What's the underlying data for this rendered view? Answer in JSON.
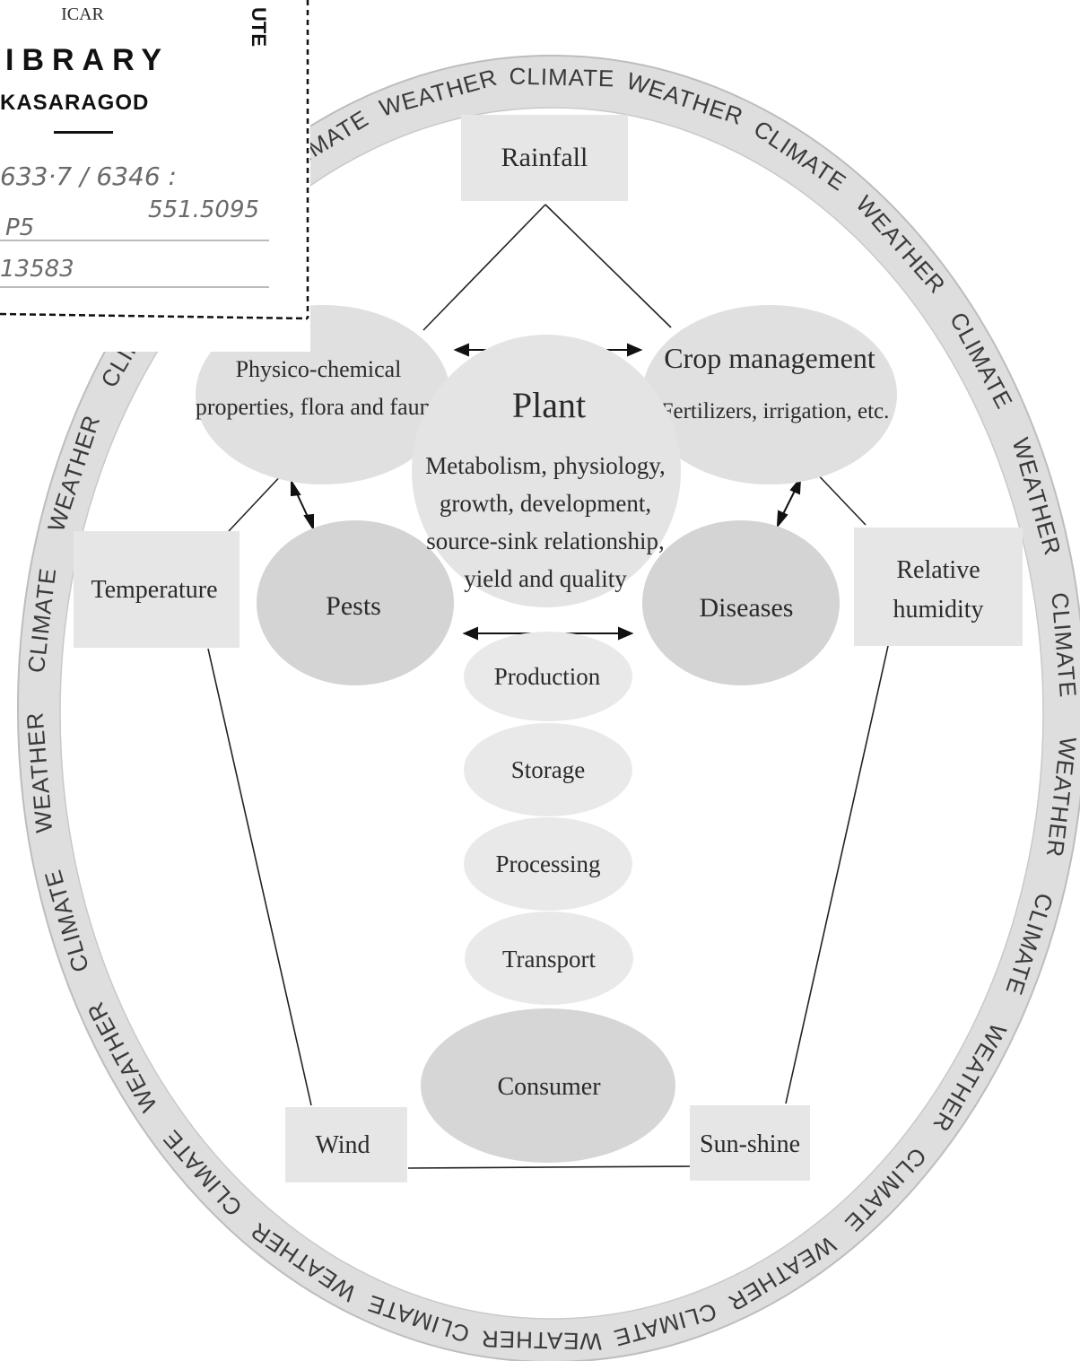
{
  "stamp": {
    "org_line": "ICAR",
    "side_text": "UTE",
    "title": "IBRARY",
    "place": "KASARAGOD",
    "handwritten": {
      "call_number": "633·7 / 6346 :",
      "sub_number": "551.5095",
      "code": "P5",
      "accession": "13583"
    }
  },
  "ring": {
    "words": [
      "CLIMATE",
      "WEATHER"
    ]
  },
  "factors": {
    "rainfall": "Rainfall",
    "temperature": "Temperature",
    "relative_humidity_line1": "Relative",
    "relative_humidity_line2": "humidity",
    "wind": "Wind",
    "sunshine": "Sun-shine"
  },
  "soil": {
    "line1": "Physico-chemical",
    "line2": "properties, flora and fauna"
  },
  "crop_management": {
    "title": "Crop management",
    "detail": "Fertilizers, irrigation, etc."
  },
  "plant": {
    "title": "Plant",
    "lines": [
      "Metabolism, physiology,",
      "growth, development,",
      "source-sink relationship,",
      "yield and quality"
    ]
  },
  "pests": "Pests",
  "diseases": "Diseases",
  "chain": [
    "Production",
    "Storage",
    "Processing",
    "Transport"
  ],
  "consumer": "Consumer"
}
